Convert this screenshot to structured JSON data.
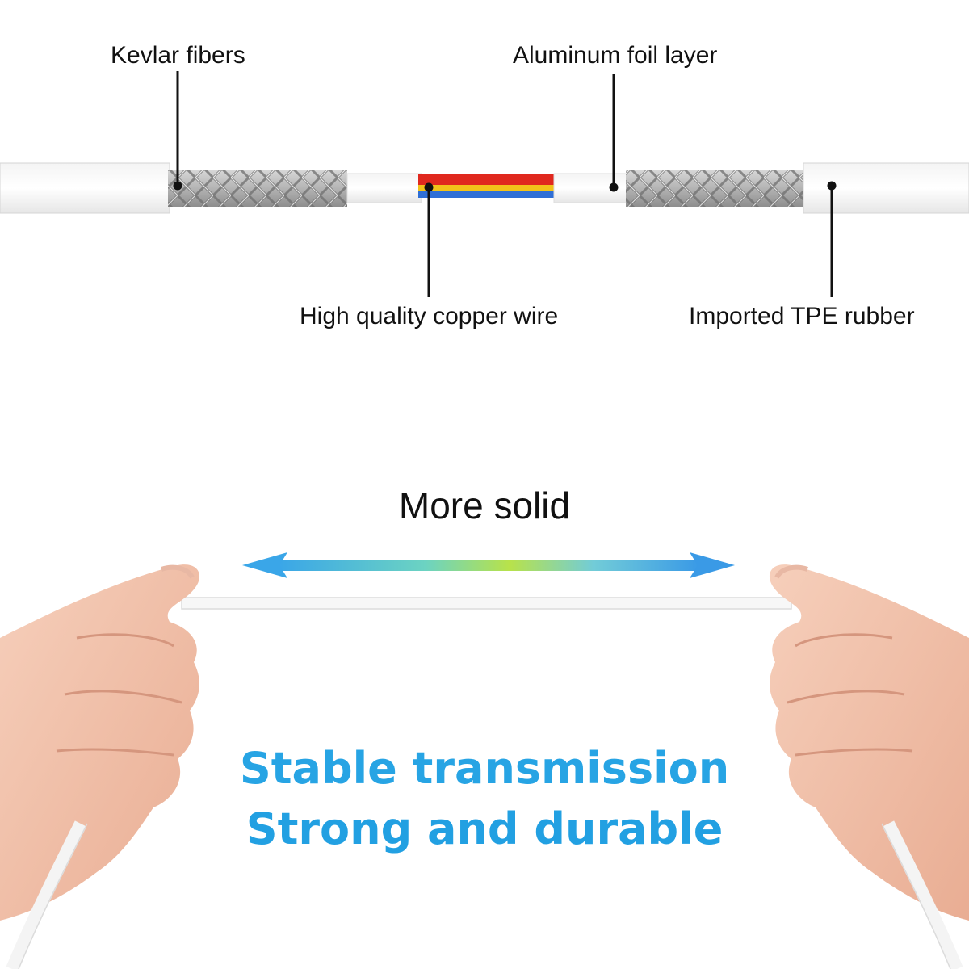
{
  "labels": {
    "kevlar": "Kevlar fibers",
    "foil": "Aluminum foil layer",
    "copper": "High quality copper wire",
    "tpe": "Imported TPE rubber"
  },
  "headline": "More solid",
  "slogan": {
    "line1": "Stable transmission",
    "line2": "Strong and durable"
  },
  "colors": {
    "slogan_gradient": [
      "#24a3e3",
      "#1cb3e6"
    ],
    "arrow_gradient": [
      "#3aa6e8",
      "#a8e04a",
      "#3aa6e8"
    ],
    "wire_red": "#e0281e",
    "wire_yellow": "#f2c21a",
    "wire_blue": "#2f6fd6",
    "skin": "#f4c8b2",
    "leader_line": "#111111"
  }
}
